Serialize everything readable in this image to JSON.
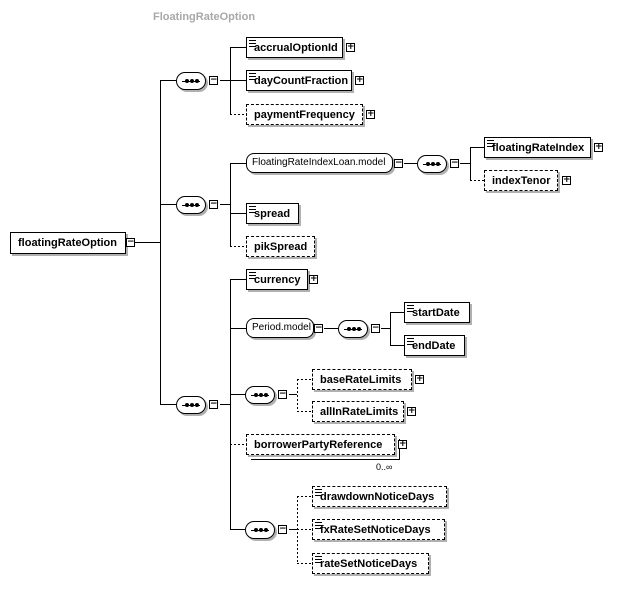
{
  "group_label": "FloatingRateOption",
  "root": {
    "label": "floatingRateOption",
    "expander": "−"
  },
  "elements": {
    "accrualOptionId": "accrualOptionId",
    "dayCountFraction": "dayCountFraction",
    "paymentFrequency": "paymentFrequency",
    "floatingRateIndexLoanModel": "FloatingRateIndexLoan.model",
    "floatingRateIndex": "floatingRateIndex",
    "indexTenor": "indexTenor",
    "spread": "spread",
    "pikSpread": "pikSpread",
    "currency": "currency",
    "periodModel": "Period.model",
    "startDate": "startDate",
    "endDate": "endDate",
    "baseRateLimits": "baseRateLimits",
    "allInRateLimits": "allInRateLimits",
    "borrowerPartyReference": "borrowerPartyReference",
    "drawdownNoticeDays": "drawdownNoticeDays",
    "fxRateSetNoticeDays": "fxRateSetNoticeDays",
    "rateSetNoticeDays": "rateSetNoticeDays"
  },
  "cardinality": {
    "borrowerPartyReference": "0..∞"
  },
  "colors": {
    "group_fill": "#ffffdd",
    "group_border": "#8a8a8a",
    "group_label": "#a8a8a8",
    "line": "#000000"
  },
  "icons": {
    "expand": "plus-icon",
    "collapse": "minus-icon",
    "sequence": "sequence-compositor-icon"
  }
}
